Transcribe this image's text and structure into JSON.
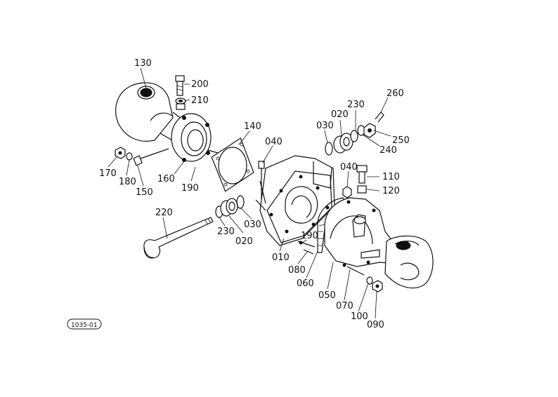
{
  "diagram_code": "1035-01",
  "callouts": [
    "130",
    "200",
    "210",
    "140",
    "040",
    "030",
    "020",
    "230",
    "260",
    "250",
    "240",
    "170",
    "180",
    "150",
    "160",
    "190",
    "040",
    "110",
    "120",
    "220",
    "230",
    "020",
    "030",
    "010",
    "190",
    "080",
    "060",
    "050",
    "070",
    "100",
    "090"
  ]
}
